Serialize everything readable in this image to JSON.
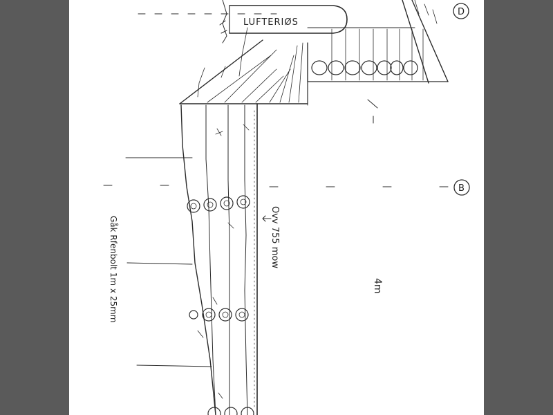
{
  "viewer": {
    "background": "#5a5a5a",
    "page_background": "#ffffff",
    "ink_color": "#2a2a2a"
  },
  "drawing": {
    "labels": {
      "lufteriss": "LUFTERIØS",
      "height": "Ovv 755 mow",
      "spec": "Gåk Rfenbolt 1m x 25mm",
      "width": "4m",
      "marker_d": "D",
      "marker_b": "B"
    }
  }
}
